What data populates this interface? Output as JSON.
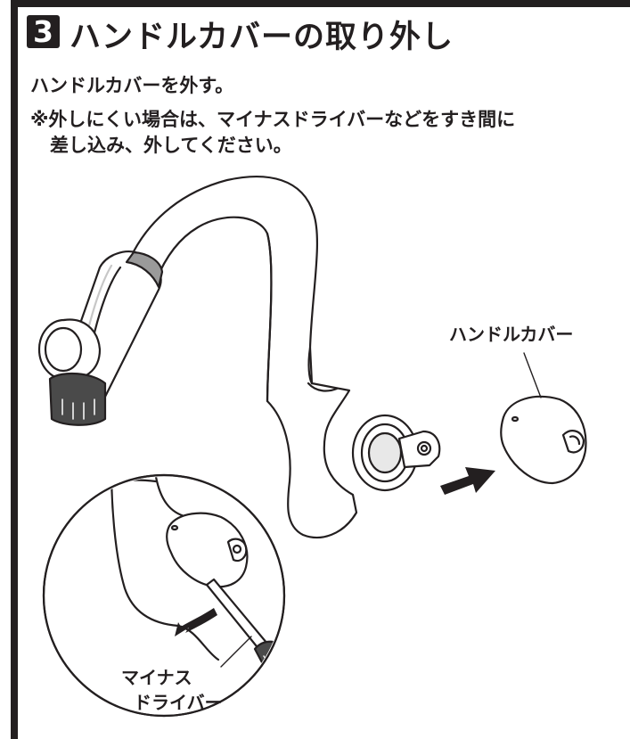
{
  "step": {
    "number": "3",
    "title": "ハンドルカバーの取り外し"
  },
  "instruction": "ハンドルカバーを外す。",
  "note": {
    "line1": "※外しにくい場合は、マイナスドライバーなどをすき間に",
    "line2": "差し込み、外してください。"
  },
  "labels": {
    "handle_cover": "ハンドルカバー",
    "screwdriver_line1": "マイナス",
    "screwdriver_line2": "ドライバー"
  }
}
